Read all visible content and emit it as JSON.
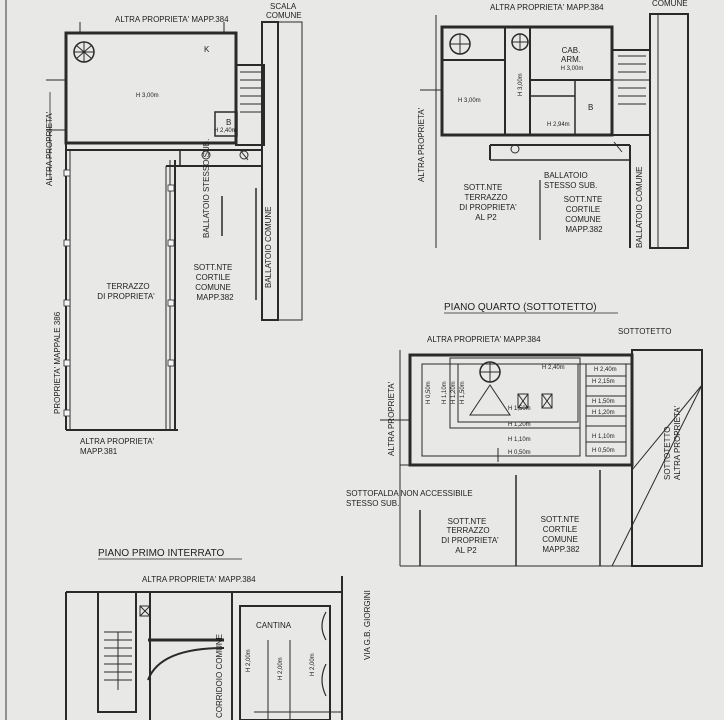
{
  "plan_a": {
    "top_owner": "ALTRA PROPRIETA' MAPP.384",
    "scala_1": "SCALA",
    "scala_2": "COMUNE",
    "left_owner": "ALTRA PROPRIETA'",
    "room_k": "K",
    "room_height": "H 3,00m",
    "room_b": "B",
    "b_height": "H 2,40m",
    "ballatoio_stesso": "BALLATOIO STESSO SUB.",
    "ballatoio_comune": "BALLATOIO COMUNE",
    "terrazzo": [
      "TERRAZZO",
      "DI PROPRIETA'"
    ],
    "cortile": [
      "SOTT.NTE",
      "CORTILE",
      "COMUNE",
      "MAPP.382"
    ],
    "mappale_386": "PROPRIETA' MAPPALE 386",
    "bottom_owner": [
      "ALTRA PROPRIETA'",
      "MAPP.381"
    ]
  },
  "plan_b": {
    "top_owner": "ALTRA PROPRIETA' MAPP.384",
    "comune": "COMUNE",
    "left_owner": "ALTRA PROPRIETA'",
    "room_height": "H 3,00m",
    "cab": [
      "CAB.",
      "ARM."
    ],
    "cab_height": "H 3,00m",
    "vertical_height": "H 3,00m",
    "room_b": "B",
    "b_height": "H 2,94m",
    "ballatoio": [
      "BALLATOIO",
      "STESSO SUB."
    ],
    "terrazzo": [
      "SOTT.NTE",
      "TERRAZZO",
      "DI PROPRIETA'",
      "AL P2"
    ],
    "cortile": [
      "SOTT.NTE",
      "CORTILE",
      "COMUNE",
      "MAPP.382"
    ],
    "ballatoio_comune": "BALLATOIO COMUNE"
  },
  "plan_c": {
    "title": "PIANO QUARTO (SOTTOTETTO)",
    "top_owner": "ALTRA PROPRIETA' MAPP.384",
    "sottotetto": "SOTTOTETTO",
    "left_owner": "ALTRA PROPRIETA'",
    "heights_left": [
      "H 0,50m",
      "H 1,10m",
      "H 1,20m",
      "H 1,50m"
    ],
    "heights_top": [
      "H 2,40m",
      "H 2,40m"
    ],
    "heights_center": [
      "H 1,50m",
      "H 1,20m",
      "H 1,10m",
      "H 0,50m"
    ],
    "heights_right": [
      "H 2,15m",
      "H 1,50m",
      "H 1,20m",
      "H 1,10m",
      "H 0,50m"
    ],
    "sottofalda": [
      "SOTTOFALDA NON ACCESSIBILE",
      "STESSO SUB."
    ],
    "terrazzo": [
      "SOTT.NTE",
      "TERRAZZO",
      "DI PROPRIETA'",
      "AL P2"
    ],
    "cortile": [
      "SOTT.NTE",
      "CORTILE",
      "COMUNE",
      "MAPP.382"
    ],
    "sottotetto_vertical": [
      "SOTTOTETTO",
      "ALTRA PROPRIETA'"
    ]
  },
  "plan_d": {
    "title": "PIANO PRIMO INTERRATO",
    "top_owner": "ALTRA PROPRIETA' MAPP.384",
    "corridoio": "CORRIDOIO COMUNE",
    "cantina": "CANTINA",
    "h1": "H 2,00m",
    "h2": "H 2,00m",
    "h3": "H 2,00m",
    "street": "VIA G.B. GIORGINI"
  }
}
